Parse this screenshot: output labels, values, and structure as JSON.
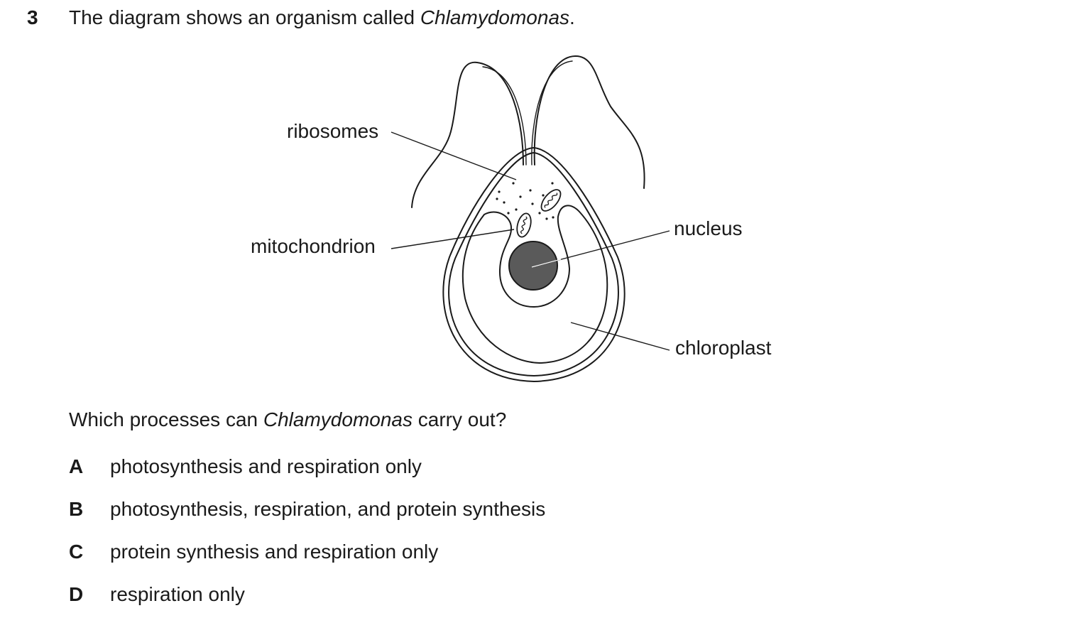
{
  "question": {
    "number": "3",
    "stem_before": "The diagram shows an organism called ",
    "stem_italic": "Chlamydomonas",
    "stem_after": "."
  },
  "diagram": {
    "labels": {
      "ribosomes": "ribosomes",
      "mitochondrion": "mitochondrion",
      "nucleus": "nucleus",
      "chloroplast": "chloroplast"
    }
  },
  "prompt": {
    "before": "Which processes can ",
    "italic": "Chlamydomonas",
    "after": " carry out?"
  },
  "options": [
    {
      "letter": "A",
      "text": "photosynthesis and respiration only"
    },
    {
      "letter": "B",
      "text": "photosynthesis, respiration, and protein synthesis"
    },
    {
      "letter": "C",
      "text": "protein synthesis and respiration only"
    },
    {
      "letter": "D",
      "text": "respiration only"
    }
  ],
  "colors": {
    "ink": "#1a1a1a",
    "nucleus_fill": "#5a5a5a"
  }
}
